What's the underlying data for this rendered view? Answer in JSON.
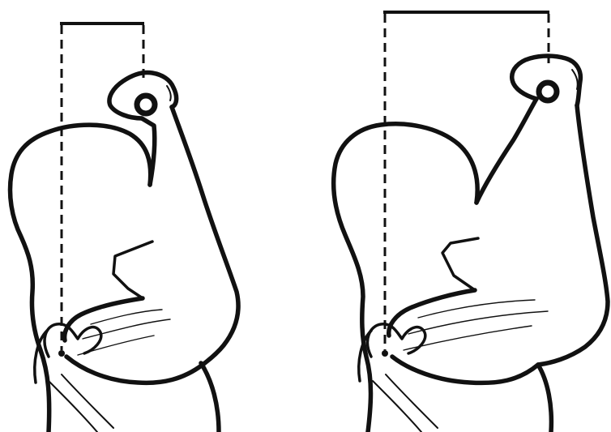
{
  "figure": {
    "panels": [
      {
        "id": "left",
        "subject": "arm-flexion-short-lever"
      },
      {
        "id": "right",
        "subject": "arm-flexion-long-lever"
      }
    ],
    "colors": {
      "ink": "#111111",
      "background": "#ffffff"
    }
  }
}
